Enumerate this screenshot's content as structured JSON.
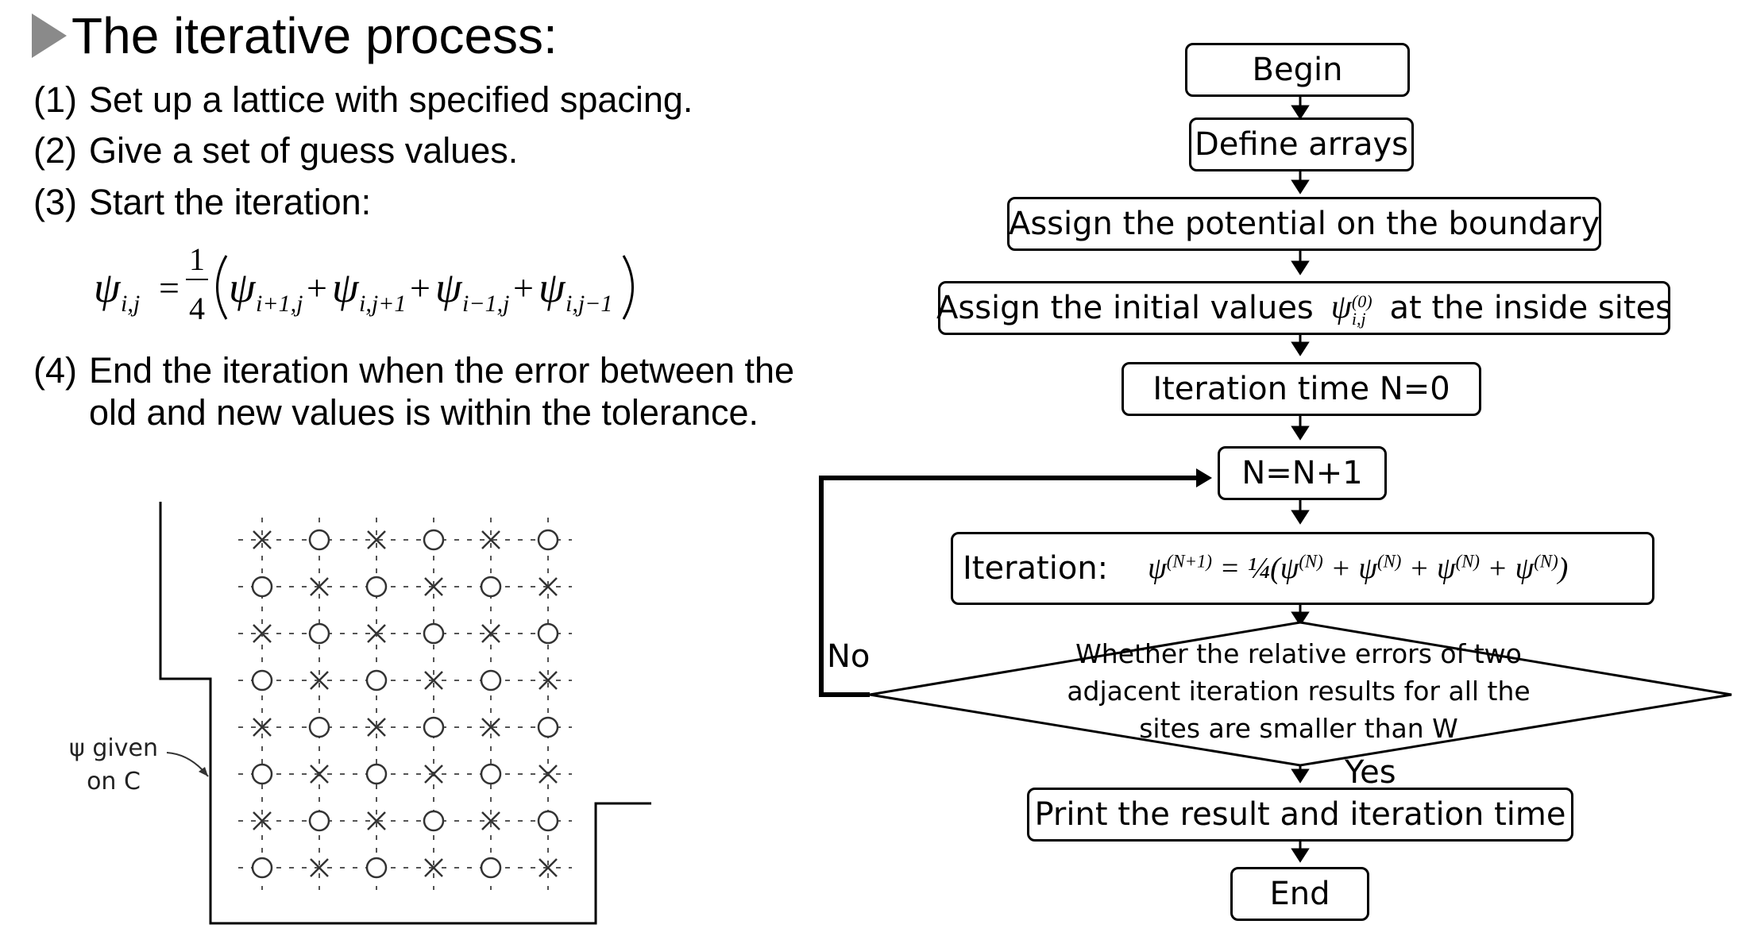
{
  "title": "The iterative process:",
  "steps": [
    {
      "num": "(1)",
      "text": "Set up a lattice with specified spacing."
    },
    {
      "num": "(2)",
      "text": "Give a set of guess values."
    },
    {
      "num": "(3)",
      "text": "Start the iteration:"
    }
  ],
  "equation": "ψi,j = 1/4 (ψi+1,j + ψi,j+1 + ψi−1,j + ψi,j−1)",
  "step4": {
    "num": "(4)",
    "text": "End the iteration when the error between the old and new values is within the tolerance."
  },
  "lattice": {
    "label": "ψ given on C",
    "markers": [
      [
        "×",
        "○",
        "×",
        "○",
        "×",
        "○"
      ],
      [
        "○",
        "×",
        "○",
        "×",
        "○",
        "×"
      ],
      [
        "×",
        "○",
        "×",
        "○",
        "×",
        "○"
      ],
      [
        "○",
        "×",
        "○",
        "×",
        "○",
        "×"
      ],
      [
        "×",
        "○",
        "×",
        "○",
        "×",
        "○"
      ],
      [
        "○",
        "×",
        "○",
        "×",
        "○",
        "×"
      ],
      [
        "×",
        "○",
        "×",
        "○",
        "×",
        "○"
      ],
      [
        "○",
        "×",
        "○",
        "×",
        "○",
        "×"
      ]
    ]
  },
  "flowchart": {
    "begin": "Begin",
    "define": "Define arrays",
    "boundary": "Assign the potential on the boundary",
    "initial_pre": "Assign the initial values",
    "initial_post": "at the inside sites",
    "iter_time": "Iteration time N=0",
    "increment": "N=N+1",
    "iteration_label": "Iteration:",
    "decision": "Whether the relative errors of two adjacent iteration results for all the sites are smaller than W",
    "no": "No",
    "yes": "Yes",
    "print": "Print the result and iteration time",
    "end": "End"
  }
}
